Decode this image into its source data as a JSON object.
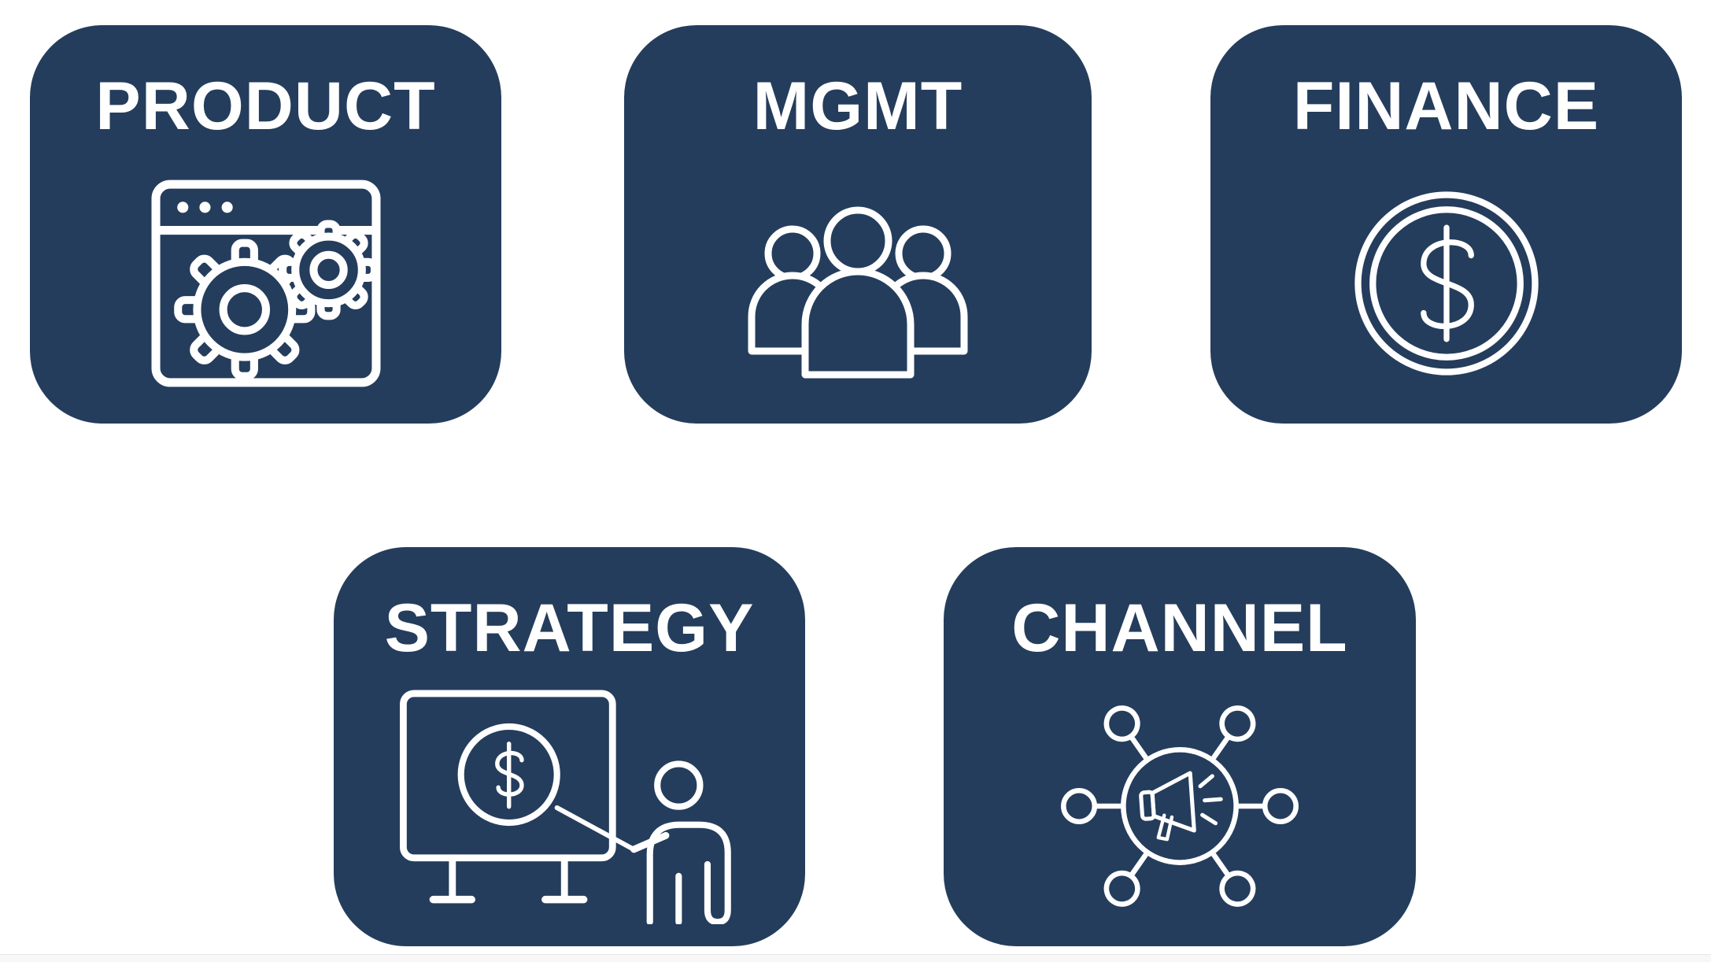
{
  "slide": {
    "tiles": [
      {
        "label": "PRODUCT",
        "icon": "browser-gears-icon"
      },
      {
        "label": "MGMT",
        "icon": "people-group-icon"
      },
      {
        "label": "FINANCE",
        "icon": "dollar-coin-icon"
      },
      {
        "label": "STRATEGY",
        "icon": "presentation-pointer-icon"
      },
      {
        "label": "CHANNEL",
        "icon": "megaphone-network-icon"
      }
    ]
  },
  "colors": {
    "page_bg": "#ffffff",
    "tile_bg": "#253d5c",
    "label": "#ffffff",
    "icon_stroke": "#ffffff",
    "footer_strip": "#f7f7f8",
    "footer_border": "#e8e8e8"
  }
}
